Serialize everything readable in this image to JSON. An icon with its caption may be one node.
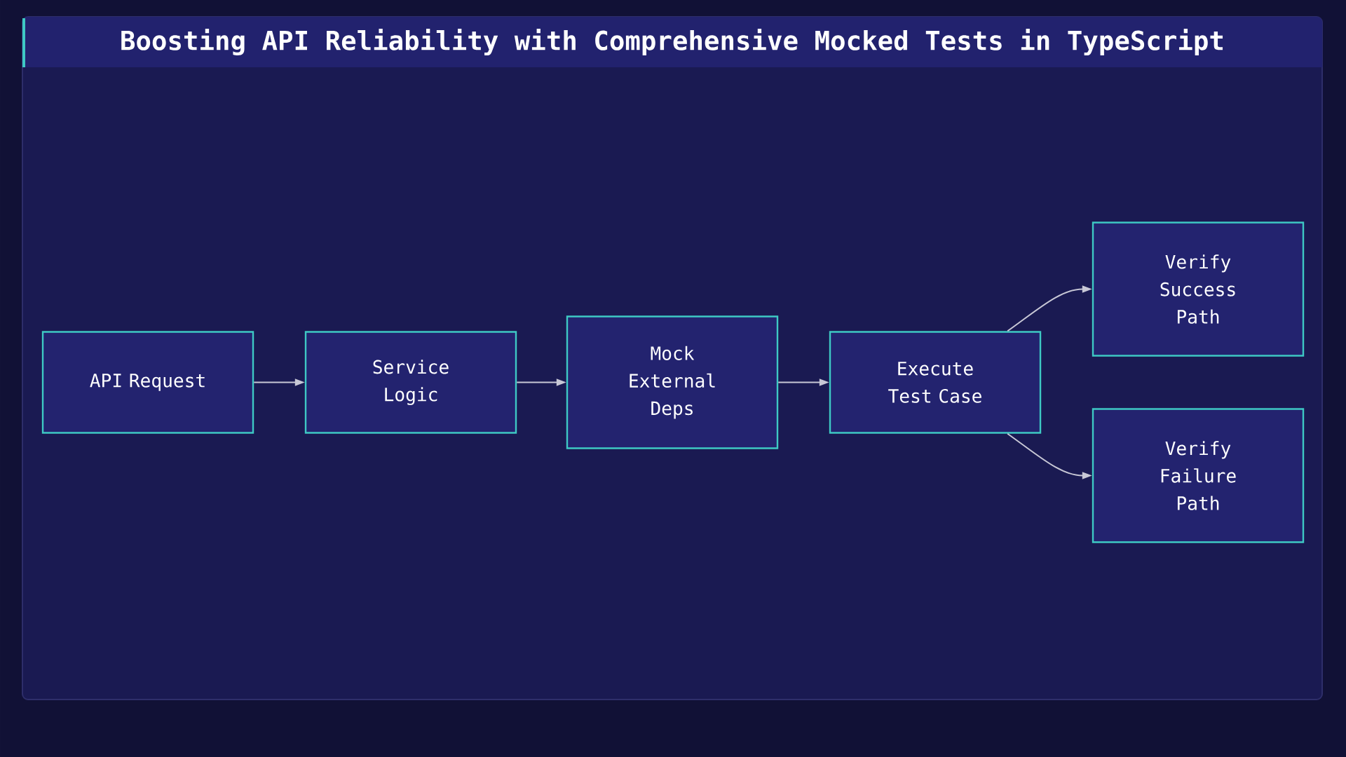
{
  "diagram": {
    "title": "Boosting API Reliability with Comprehensive Mocked Tests in TypeScript",
    "nodes": [
      {
        "text": [
          "API Request"
        ]
      },
      {
        "text": [
          "Service Logic"
        ]
      },
      {
        "text": [
          "Mock External Deps"
        ]
      },
      {
        "text": [
          "Execute Test Case"
        ]
      },
      {
        "text": [
          "Verify Success Path"
        ]
      },
      {
        "text": [
          "Verify Failure Path"
        ]
      }
    ],
    "edges": [
      {
        "from": 0,
        "to": 1,
        "arrow": "to"
      },
      {
        "from": 1,
        "to": 2,
        "arrow": "to"
      },
      {
        "from": 2,
        "to": 3,
        "arrow": "to"
      },
      {
        "from": 3,
        "to": 4,
        "arrow": "to"
      },
      {
        "from": 3,
        "to": 5,
        "arrow": "to"
      }
    ]
  }
}
